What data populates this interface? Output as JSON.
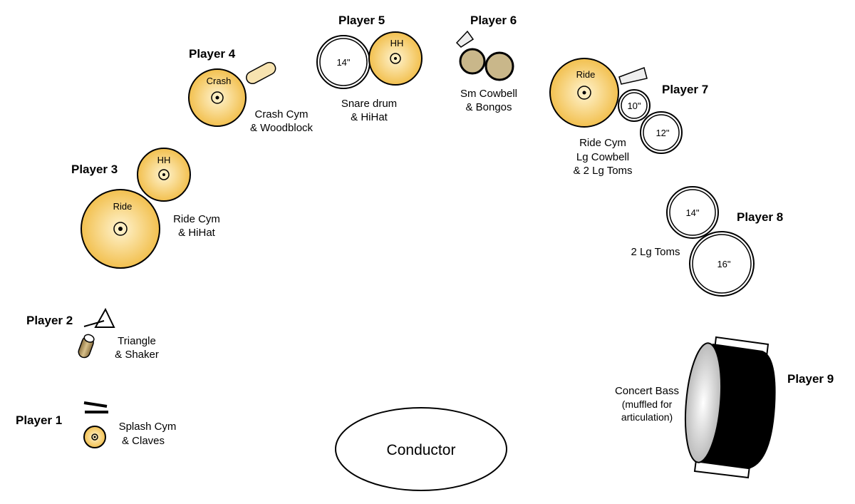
{
  "colors": {
    "cymbal": "#f5c85a",
    "cymbal_center": "#fff6dc",
    "bongo": "#c9b78a",
    "woodblock": "#f7e3b0",
    "bass_drum": "#000000"
  },
  "players": [
    {
      "label": "Player 1",
      "instruments": [
        "Splash Cym",
        "& Claves"
      ]
    },
    {
      "label": "Player 2",
      "instruments": [
        "Triangle",
        "& Shaker"
      ]
    },
    {
      "label": "Player 3",
      "instruments": [
        "Ride Cym",
        "& HiHat"
      ],
      "icons": [
        "HH",
        "Ride"
      ]
    },
    {
      "label": "Player 4",
      "instruments": [
        "Crash Cym",
        "& Woodblock"
      ],
      "icons": [
        "Crash"
      ]
    },
    {
      "label": "Player 5",
      "instruments": [
        "Snare drum",
        "& HiHat"
      ],
      "icons": [
        "14\"",
        "HH"
      ]
    },
    {
      "label": "Player 6",
      "instruments": [
        "Sm Cowbell",
        "& Bongos"
      ]
    },
    {
      "label": "Player 7",
      "instruments": [
        "Ride Cym",
        "Lg Cowbell",
        "& 2 Lg Toms"
      ],
      "icons": [
        "Ride",
        "10\"",
        "12\""
      ]
    },
    {
      "label": "Player 8",
      "instruments": [
        "2 Lg Toms"
      ],
      "icons": [
        "14\"",
        "16\""
      ]
    },
    {
      "label": "Player 9",
      "instruments": [
        "Concert Bass",
        "(muffled for",
        "articulation)"
      ]
    }
  ],
  "conductor": "Conductor"
}
